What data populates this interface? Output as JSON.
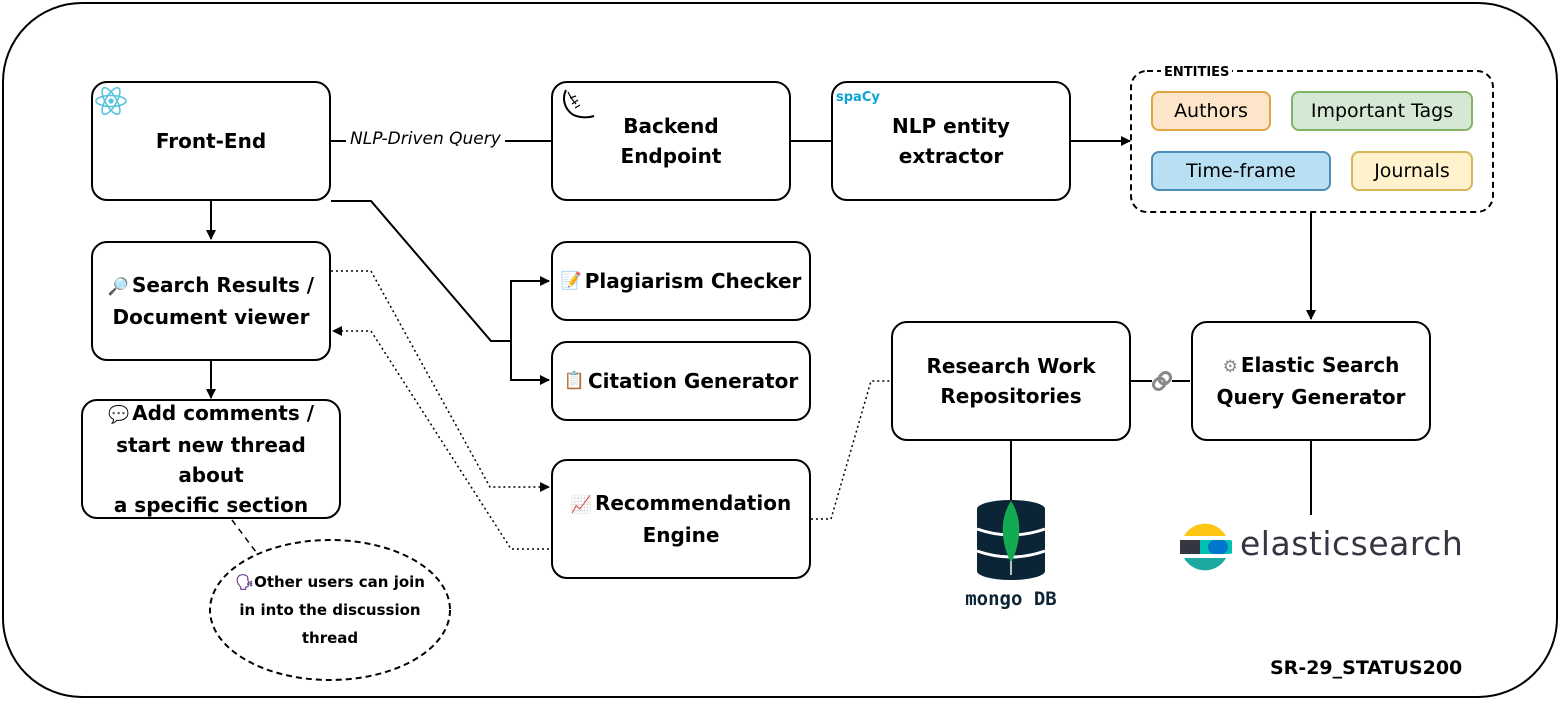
{
  "nodes": {
    "frontend": "Front-End",
    "backend_line1": "Backend",
    "backend_line2": "Endpoint",
    "nlp_line1": "NLP entity",
    "nlp_line2": "extractor",
    "search_line1": "Search Results /",
    "search_line2": "Document viewer",
    "plagiarism": "Plagiarism Checker",
    "citation": "Citation Generator",
    "comments_line1": "Add comments /",
    "comments_line2": "start new thread about",
    "comments_line3": "a specific section",
    "recommendation_line1": "Recommendation",
    "recommendation_line2": "Engine",
    "research_line1": "Research Work",
    "research_line2": "Repositories",
    "elastic_line1": "Elastic Search",
    "elastic_line2": "Query Generator",
    "discussion_line1": "Other users can join",
    "discussion_line2": "in into the discussion",
    "discussion_line3": "thread"
  },
  "edge_labels": {
    "nlp_query": "NLP-Driven Query"
  },
  "entities": {
    "title": "ENTITIES",
    "items": [
      {
        "label": "Authors",
        "bg": "#fce5c8",
        "border": "#e0a442"
      },
      {
        "label": "Important Tags",
        "bg": "#d5e8d4",
        "border": "#82b366"
      },
      {
        "label": "Time-frame",
        "bg": "#b8e0f2",
        "border": "#4a8db8"
      },
      {
        "label": "Journals",
        "bg": "#fff2cc",
        "border": "#d6b656"
      }
    ]
  },
  "logos": {
    "spacy": "spaCy",
    "mongo": "mongo DB",
    "elastic": "elasticsearch"
  },
  "icons": {
    "react": "react-icon",
    "flask": "flask-icon",
    "search": "magnifier-icon",
    "memo": "memo-icon",
    "clipboard": "clipboard-icon",
    "speech": "speech-bubble-icon",
    "chart": "chart-up-icon",
    "gear": "gear-icon",
    "link": "link-icon",
    "head": "speaking-head-icon"
  },
  "footer": {
    "team_id": "SR-29_STATUS200"
  }
}
